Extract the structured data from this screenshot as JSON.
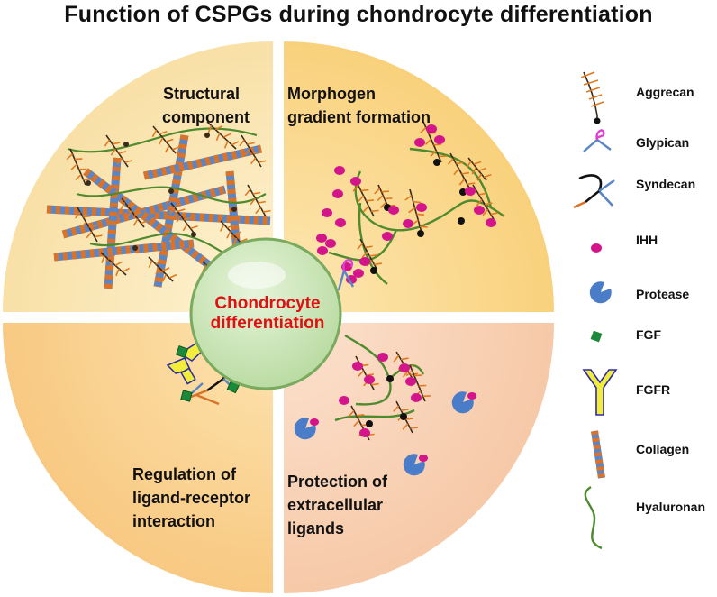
{
  "title": "Function of CSPGs during chondrocyte differentiation",
  "center": {
    "line1": "Chondrocyte",
    "line2": "differentiation"
  },
  "quadrants": {
    "top_left": {
      "line1": "Structural",
      "line2": "component"
    },
    "top_right": {
      "line1": "Morphogen",
      "line2": "gradient formation"
    },
    "bottom_left": {
      "line1": "Regulation of",
      "line2": "ligand-receptor",
      "line3": "interaction"
    },
    "bottom_right": {
      "line1": "Protection of",
      "line2": "extracellular",
      "line3": "ligands"
    }
  },
  "legend": [
    {
      "label": "Aggrecan",
      "icon": "aggrecan-icon"
    },
    {
      "label": "Glypican",
      "icon": "glypican-icon"
    },
    {
      "label": "Syndecan",
      "icon": "syndecan-icon"
    },
    {
      "label": "IHH",
      "icon": "ihh-icon"
    },
    {
      "label": "Protease",
      "icon": "protease-icon"
    },
    {
      "label": "FGF",
      "icon": "fgf-icon"
    },
    {
      "label": "FGFR",
      "icon": "fgfr-icon"
    },
    {
      "label": "Collagen",
      "icon": "collagen-icon"
    },
    {
      "label": "Hyaluronan",
      "icon": "hyaluronan-icon"
    }
  ],
  "colors": {
    "top_left": "#fbe8b8",
    "top_right": "#fbd98e",
    "bottom_left": "#fbd392",
    "bottom_right": "#f9d3b8",
    "center_fill": "#c6e4b4",
    "center_stroke": "#7aaa5e",
    "center_text": "#e01010",
    "ihh": "#d4148a",
    "protease": "#4a7cc8",
    "fgf": "#1a8a3a",
    "fgfr": "#e8e020",
    "collagen_blue": "#5b86c6",
    "collagen_orange": "#d9732a",
    "hyaluronan": "#4f8a2e",
    "aggrecan_core": "#3a2a1a",
    "aggrecan_side": "#e07a20"
  }
}
